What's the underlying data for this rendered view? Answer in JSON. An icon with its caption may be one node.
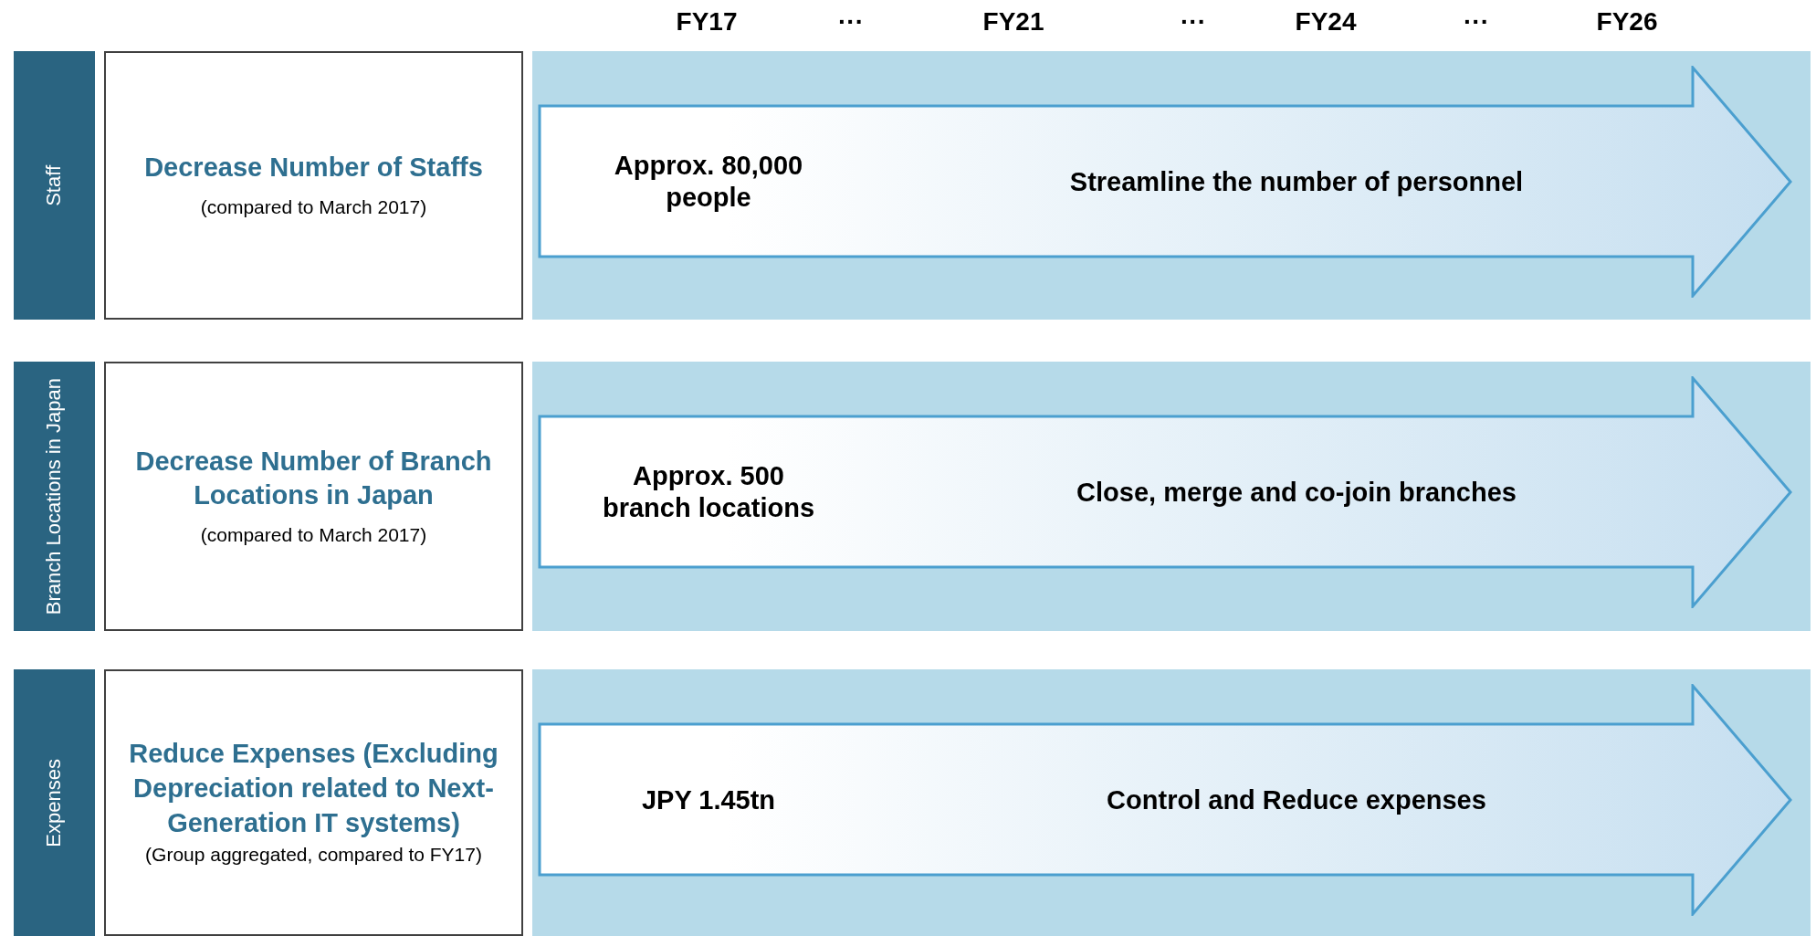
{
  "diagram": {
    "nodes": [
      {
        "text": [
          "Staff"
        ]
      },
      {
        "text": [
          "Decrease Number of Staffs",
          "(compared to March 2017)"
        ]
      },
      {
        "text": [
          "Approx. 80,000 people",
          "Streamline the number of personnel"
        ]
      },
      {
        "text": [
          "Branch Locations in Japan"
        ]
      },
      {
        "text": [
          "Decrease Number of Branch Locations in Japan",
          "(compared to March 2017)"
        ]
      },
      {
        "text": [
          "Approx. 500 branch locations",
          "Close, merge and co-join branches"
        ]
      },
      {
        "text": [
          "Expenses"
        ]
      },
      {
        "text": [
          "Reduce Expenses (Excluding Depreciation related to Next-Generation IT systems)",
          "(Group aggregated, compared to FY17)"
        ]
      },
      {
        "text": [
          "JPY 1.45tn",
          "Control and Reduce expenses"
        ]
      }
    ],
    "labels": [
      "FY17",
      "···",
      "FY21",
      "···",
      "FY24",
      "···",
      "FY26"
    ]
  }
}
